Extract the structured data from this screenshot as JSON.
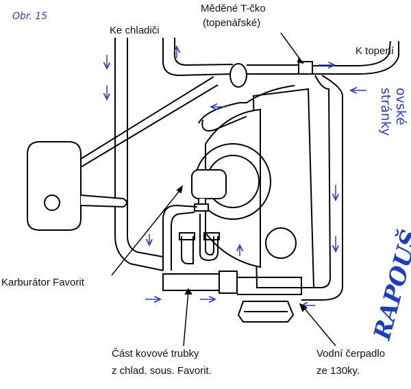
{
  "figure_label": "Obr. 15",
  "labels": {
    "ke_chladici": "Ke chladiči",
    "t_piece_line1": "Měděné T-čko",
    "t_piece_line2": "(topenářské)",
    "k_topeni": "K topení",
    "carburetor": "Karburátor Favorit",
    "pipe_line1": "Část kovové trubky",
    "pipe_line2": "z chlad. sous. Favorit.",
    "pump_line1": "Vodní čerpadlo",
    "pump_line2": "ze 130ky."
  },
  "watermark": {
    "site_text": "ovské stránky",
    "brand_text": "RAPOUŠ"
  },
  "colors": {
    "line": "#000000",
    "arrow": "#2a3fb3",
    "brand": "#1d3fb5"
  }
}
